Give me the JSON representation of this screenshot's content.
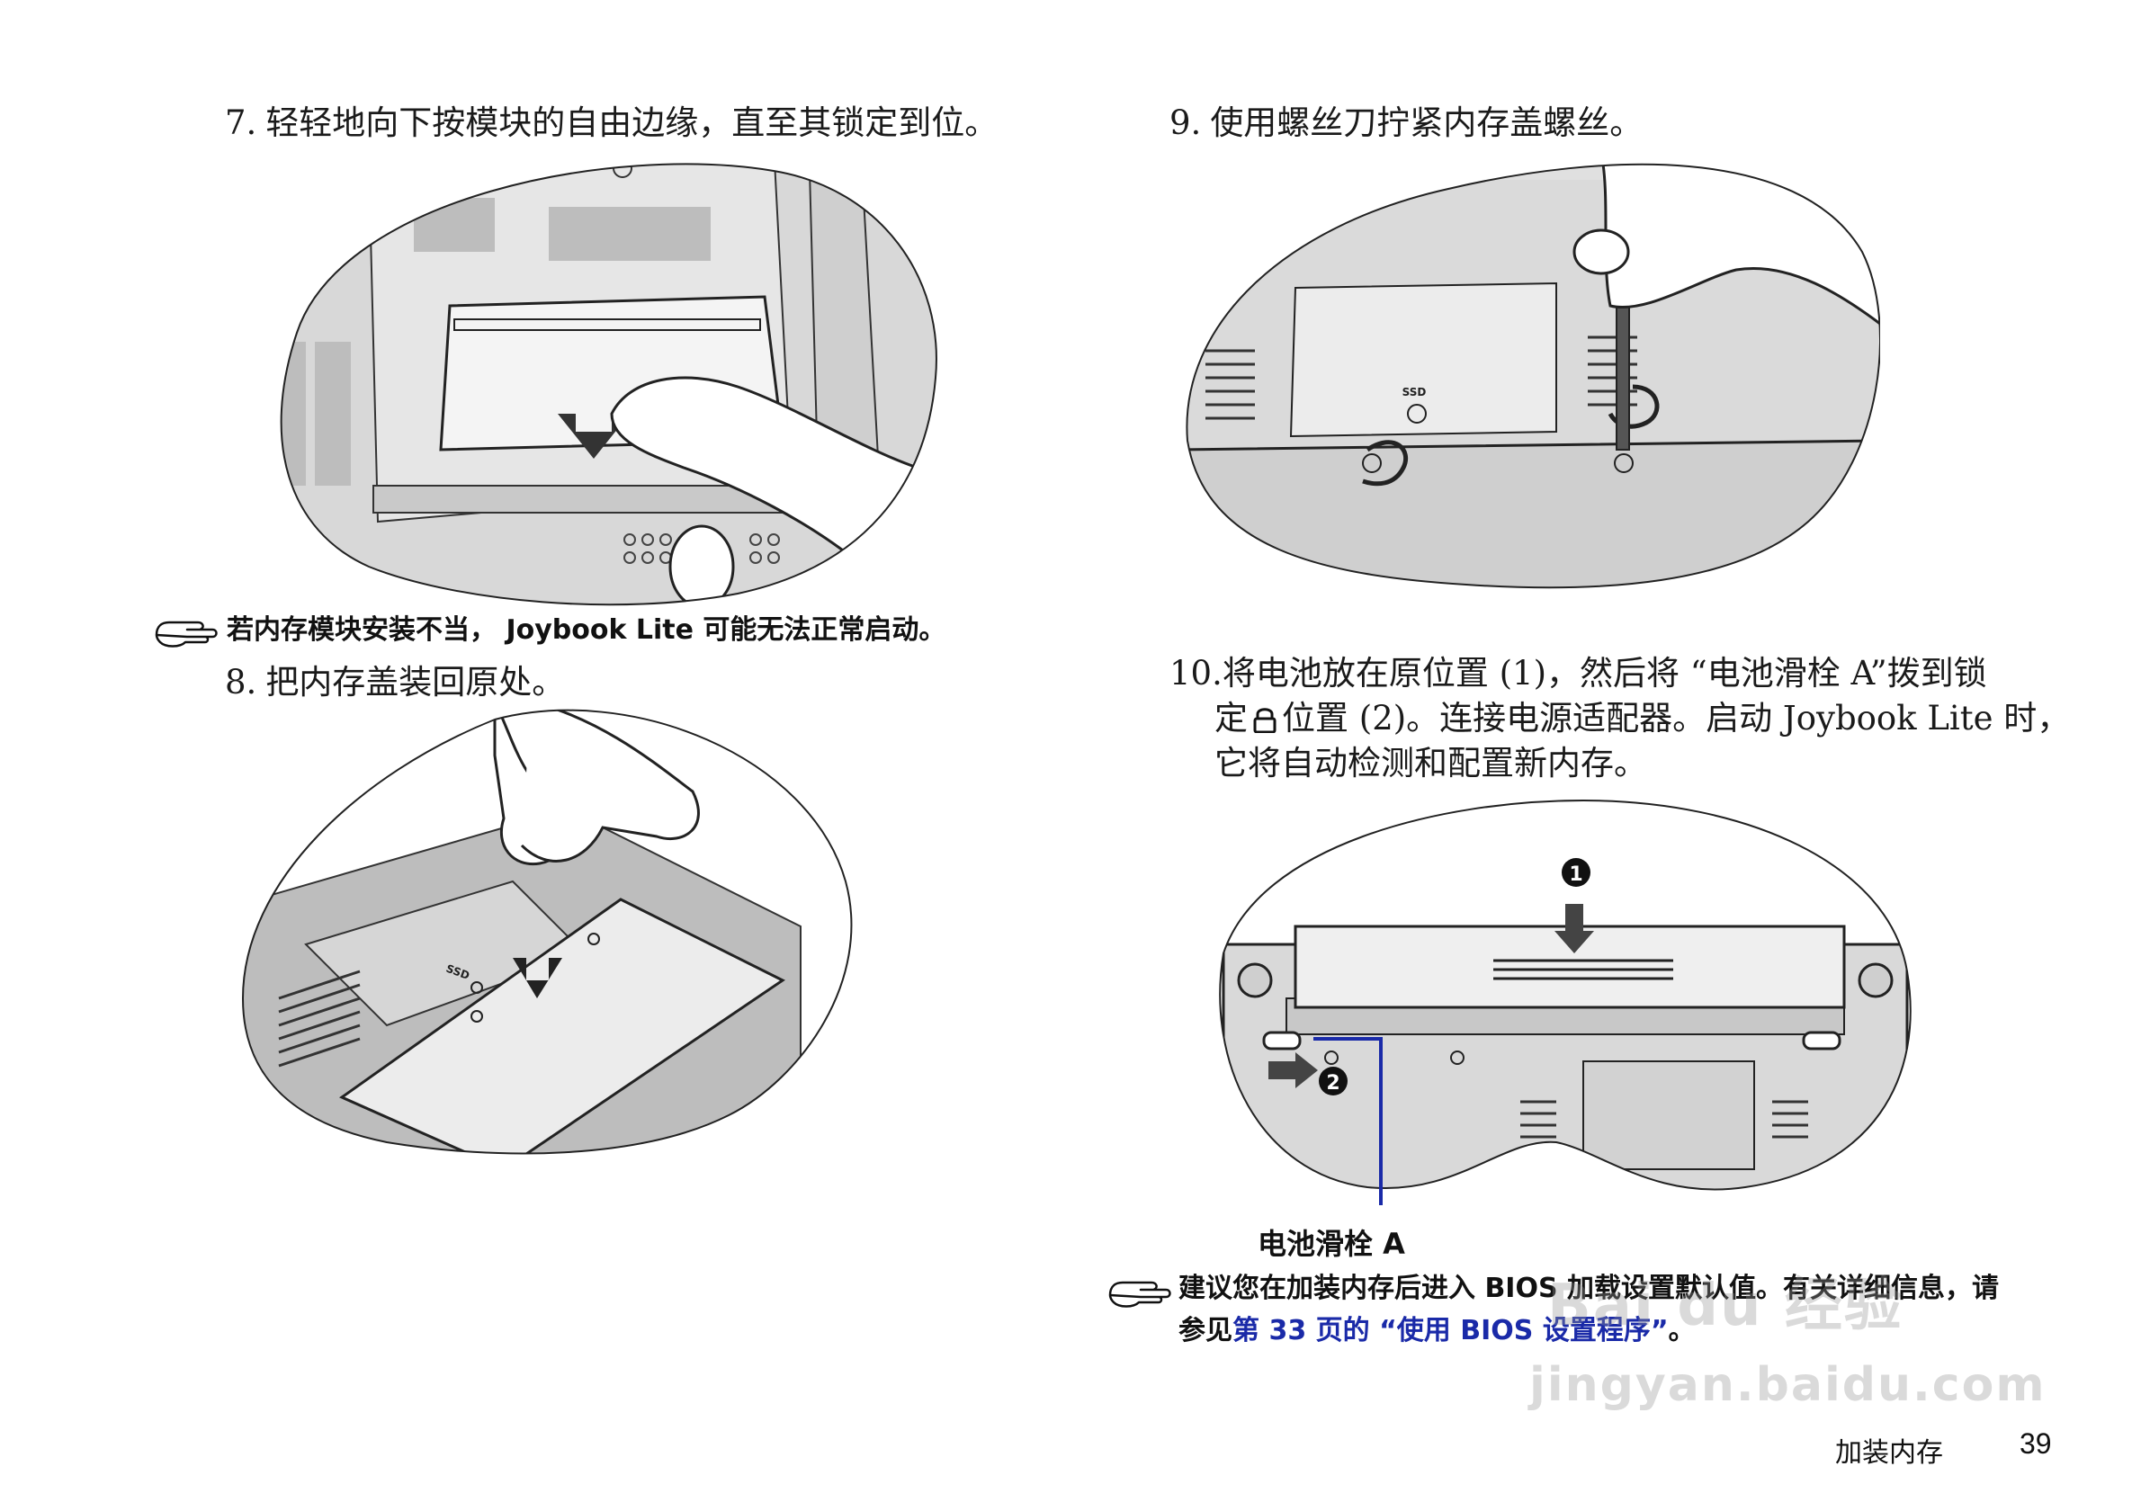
{
  "steps": {
    "s7": {
      "num": "7.",
      "text": "轻轻地向下按模块的自由边缘，直至其锁定到位。"
    },
    "s8": {
      "num": "8.",
      "text": "把内存盖装回原处。"
    },
    "s9": {
      "num": "9.",
      "text": "使用螺丝刀拧紧内存盖螺丝。"
    },
    "s10": {
      "num": "10.",
      "line1": "将电池放在原位置 (1)，然后将 “电池滑栓 A”拨到锁",
      "line2a": "定",
      "line2b": "位置 (2)。连接电源适配器。启动 Joybook Lite 时，",
      "line3": "它将自动检测和配置新内存。"
    }
  },
  "notes": {
    "n1": {
      "text": "若内存模块安装不当， Joybook Lite 可能无法正常启动。"
    },
    "n2": {
      "line1": "建议您在加装内存后进入 BIOS 加载设置默认值。有关详细信息，请",
      "line2_prefix": "参见",
      "line2_link": "第 33 页的 “使用 BIOS 设置程序”",
      "line2_suffix": "。"
    }
  },
  "illustrations": {
    "ssd_label_1": "SSD",
    "ssd_label_2": "SSD",
    "callout_1": "1",
    "callout_2": "2",
    "latch_label": "电池滑栓 A"
  },
  "footer": {
    "section": "加装内存",
    "page": "39"
  },
  "watermark": {
    "line1": "Bai du 经验",
    "line2": "jingyan.baidu.com"
  },
  "colors": {
    "link": "#1a2aa8",
    "callout_line": "#1a2aa8",
    "text": "#1a1a1a"
  }
}
